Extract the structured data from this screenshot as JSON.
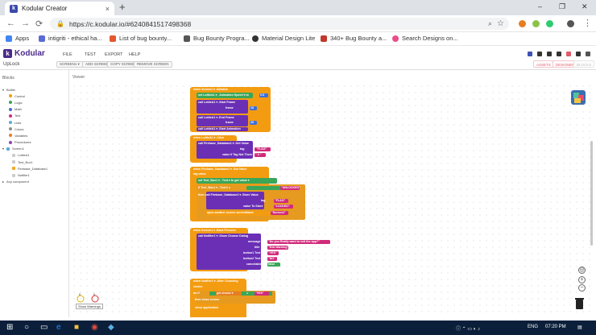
{
  "browser": {
    "tab_title": "Kodular Creator",
    "tab_close": "×",
    "new_tab": "+",
    "url": "https://c.kodular.io/#6240841517498368",
    "window_controls": [
      "–",
      "❐",
      "✕"
    ],
    "nav": [
      "←",
      "→",
      "⟳"
    ],
    "bookmarks": [
      "Apps",
      "intigriti - ethical ha...",
      "List of bug bounty...",
      "Bug Bounty Progra...",
      "Material Design Lite",
      "340+ Bug Bounty a...",
      "Search Designs on..."
    ]
  },
  "kodular": {
    "brand": "Kodular",
    "logo_letter": "k",
    "menu": [
      "FILE",
      "TEST",
      "EXPORT",
      "HELP"
    ],
    "project_name": "UpLock",
    "screen_select": "SCREEN1 ▾",
    "buttons": [
      "ADD SCREEN",
      "COPY SCREEN",
      "REMOVE SCREEN"
    ],
    "right_buttons": [
      "ASSETS",
      "DESIGNER",
      "BLOCKS"
    ]
  },
  "side_panel": {
    "header": "Blocks",
    "items": [
      "Builtin",
      "Control",
      "Logic",
      "Math",
      "Text",
      "Lists",
      "Colors",
      "Variables",
      "Procedures",
      "Screen1",
      "LottieA1",
      "Text_Box1",
      "Firebase_Database1",
      "Notifier1",
      "Any component"
    ]
  },
  "viewer": {
    "label": "Viewer",
    "show_warnings": "Show Warnings",
    "warning_count": "0",
    "error_count": "0"
  },
  "blocks": [
    {
      "head": "when  Screen1 ▾ .Initialize",
      "rows": [
        "set  LottieA1 ▾ . Animation Speed ▾  to",
        "call  LottieA1 ▾ .Start Frame",
        "frame",
        "call  LottieA1 ▾ .End Frame",
        "frame",
        "call  LottieA1 ▾ .Start Animation"
      ],
      "values": [
        "0.5",
        "10",
        "20"
      ]
    },
    {
      "head": "when  LottieA1 ▾ .Click",
      "rows": [
        "call  Firebase_Database1 ▾ .Get Value",
        "tag",
        "value If Tag Not There"
      ],
      "values": [
        "\"FLAG\"",
        "\" 0 \""
      ]
    },
    {
      "head": "when  Firebase_Database1 ▾ .Got Value",
      "rows": [
        "tag  value",
        "set  Text_Box1 ▾ . Text ▾  to  get  value ▾",
        "if  Text_Box1 ▾ . Text ▾  =",
        "then  call  Firebase_Database1 ▾ .Store Value",
        "tag",
        "value To Store",
        "open another screen  screenName"
      ],
      "values": [
        "\"UNLOCKED\"",
        "\"FLAG\"",
        "\"LOCKED\"",
        "\"Screen2\""
      ]
    },
    {
      "head": "when  Screen1 ▾ .Back Pressed",
      "rows": [
        "call  Notifier1 ▾ .Show Choose Dialog",
        "message",
        "title",
        "button1 Text",
        "button2 Text",
        "cancelable"
      ],
      "values": [
        "\"Do you Really want to exit the app?\"",
        "\"Exit Warning\"",
        "\"YES\"",
        "\"NO\"",
        "false"
      ]
    },
    {
      "head": "when  Notifier1 ▾ .After Choosing",
      "rows": [
        "choice",
        "do  if",
        "then  close screen",
        "close application"
      ],
      "values": [
        "get  choice ▾",
        "=",
        "\"YES\""
      ]
    }
  ],
  "taskbar": {
    "tray_text": "ENG",
    "time": "07:20 PM"
  },
  "colors": {
    "event_block": "#f39c12",
    "call_block": "#6a2fb5",
    "text_block": "#d12b7b",
    "component_block": "#3aa657",
    "accent_brand": "#4a2a8a"
  }
}
